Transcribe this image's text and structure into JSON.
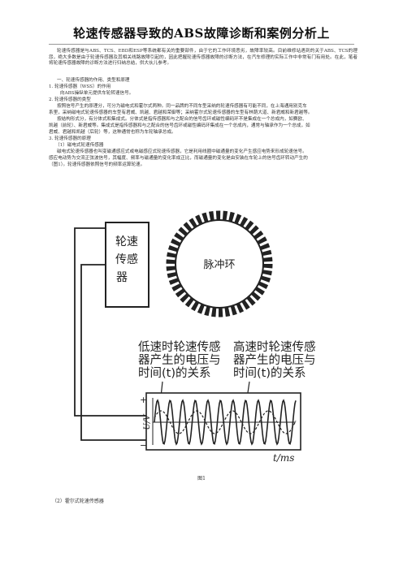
{
  "title": "轮速传感器导致的ABS故障诊断和案例分析上",
  "intro": "轮速传感器是与ABS、TCS、EBD和ESP等系统都有关的重要部件，由于它的工作环境恶劣，故障率较高。目前维修站遇到的关于ABS、TCS的理怨，绝大多数是由于轮速传感器及其相关线路故障引起的，因此把握轮速传感器故障的诊断方法，在汽车修理的实际工作中非常有门有用处。在此，笔者将轮速传感器故障的诊断方法进行归纳总结，供大伙儿参考。",
  "lines": [
    "一、轮速传感器的作用、类型和原理",
    "1. 轮速传感器（WSS）的作用",
    "向ABS操纵单元提供车轮转速信号。",
    "2. 轮速传感器的类型",
    "按照信号产生的原理分，可分为磁电式和霍尔式两种。同一品牌的不同车型采纳的轮速传感器有可能不同，在上海通用别克车",
    "系里，采纳磁电式轮速传感器的车型有君威、凯越、君越和荣御等；采纳霍尔式轮速传感器的车型有林荫大道、新君威和新君越等。",
    "按结构形式分，有分体式和集成式。分体式是指传感器和与之配合的信号齿环或磁性编码环不是集成在一个总成内，如赛欧、",
    "凯越（前轮）、新君威等。集成式是指传感器和与之配合的信号齿环或磁性编码环集成在一个总成内，通常与轴承作为一个总成，如",
    "君威、君越和凯越（后轮）等，这种通常也称为车轮轴承总成。",
    "3. 轮速传感器的原理",
    "（1）磁电式轮速传感器",
    "磁电式轮速传感器也叫变磁通感应式或电磁感应式轮速传感器，它是利用线圈中磁通量的变化产生感应电势来形成轮速信号。",
    "感应电动势为交流正弦波信号，其幅度、频率与磁通量的变化率成正比，而磁通量的变化是由安装在车轮上的信号齿环转动产生的",
    "（图1）。轮速传感器依照信号的频率运算轮速。"
  ],
  "figure": {
    "sensor_label": [
      "轮速",
      "传感",
      "器"
    ],
    "ring_label": "脉冲环",
    "low_speed_label": [
      "低速时轮速传感",
      "器产生的电压与",
      "时间(t)的关系"
    ],
    "high_speed_label": [
      "高速时轮速传感",
      "器产生的电压与",
      "时间(t)的关系"
    ],
    "plus": "+",
    "minus": "−",
    "y_axis": "U/V",
    "x_axis": "t/ms",
    "caption": "图1"
  },
  "footer_line": "（2）霍尔式轮速传感器"
}
